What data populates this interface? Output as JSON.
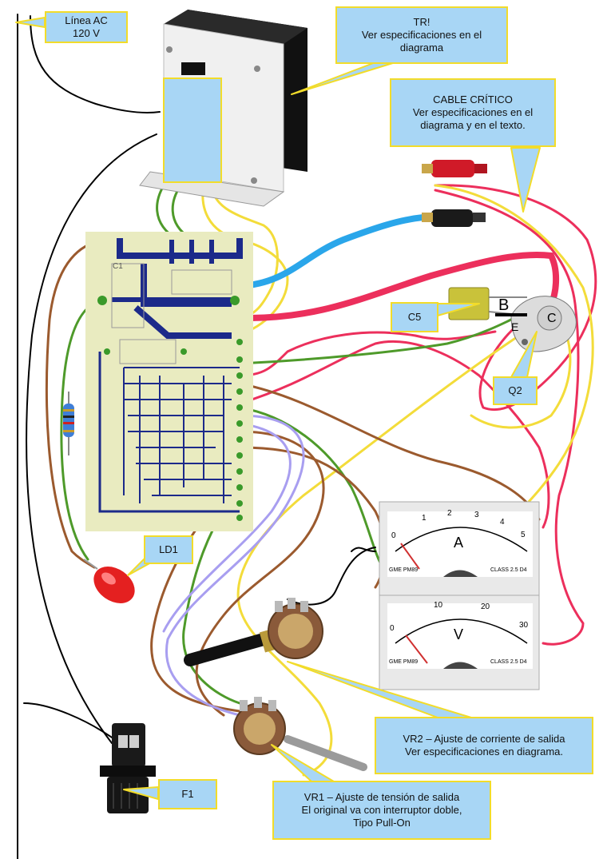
{
  "callouts": {
    "linea_ac": {
      "line1": "Línea AC",
      "line2": "120 V"
    },
    "tr": {
      "line1": "TR!",
      "line2": "Ver especificaciones en el",
      "line3": "diagrama"
    },
    "cable": {
      "line1": "CABLE CRÍTICO",
      "line2": "Ver especificaciones en el",
      "line3": "diagrama y en el texto."
    },
    "c5": {
      "label": "C5"
    },
    "q2": {
      "label": "Q2"
    },
    "ld1": {
      "label": "LD1"
    },
    "vr2": {
      "line1": "VR2 – Ajuste de corriente de salida",
      "line2": "Ver especificaciones en diagrama."
    },
    "f1": {
      "label": "F1"
    },
    "vr1": {
      "line1": "VR1 – Ajuste de tensión de salida",
      "line2": "El original va con interruptor doble,",
      "line3": "Tipo Pull-On"
    }
  },
  "transistor_pins": {
    "b": "B",
    "e": "E",
    "c": "C"
  },
  "pcb": {
    "c1_label": "C1"
  },
  "ammeter": {
    "symbol": "A",
    "scale": [
      "0",
      "1",
      "2",
      "3",
      "4",
      "5"
    ],
    "brand": "GME PM89",
    "class": "CLASS 2.5 D4"
  },
  "voltmeter": {
    "symbol": "V",
    "scale": [
      "0",
      "10",
      "20",
      "30"
    ],
    "brand": "GME PM89",
    "class": "CLASS 2.5 D4"
  },
  "colors": {
    "callout_fill": "#a8d6f5",
    "callout_border": "#f2dc2a",
    "wire_blue": "#2aa6ea",
    "wire_red": "#ec2f5c",
    "wire_yellow": "#f3dc3a",
    "wire_green": "#4e9a2a",
    "wire_brown": "#9b5a2e",
    "wire_lavender": "#a89ef0",
    "pcb_board": "#e9ebc0",
    "pcb_track": "#1c2a8a"
  }
}
